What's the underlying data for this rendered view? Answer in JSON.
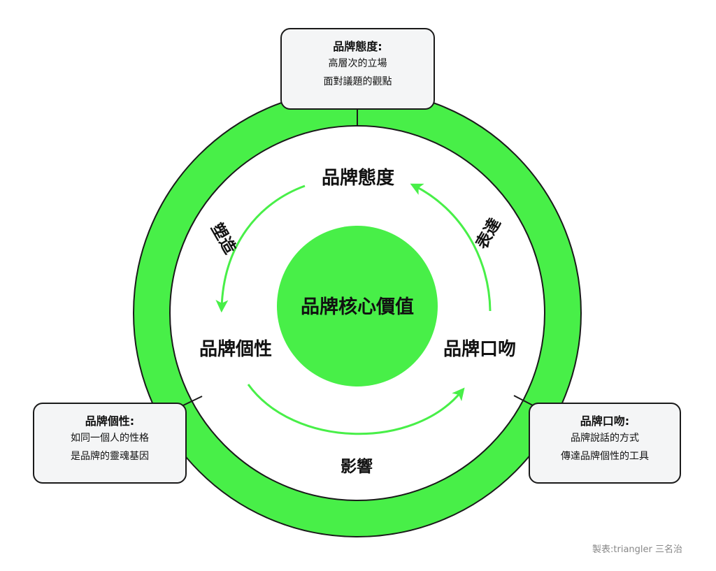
{
  "colors": {
    "ring_green": "#48ef48",
    "arrow_green": "#48ef48",
    "connector": "#1a1a1a",
    "callout_bg": "#f4f5f6"
  },
  "center": {
    "label": "品牌核心價值"
  },
  "nodes": {
    "attitude": "品牌態度",
    "personality": "品牌個性",
    "tone": "品牌口吻"
  },
  "arrows": {
    "shape": "塑造",
    "express": "表達",
    "influence": "影響"
  },
  "callouts": {
    "top": {
      "title": "品牌態度:",
      "lines": [
        "高層次的立場",
        "面對議題的觀點"
      ]
    },
    "left": {
      "title": "品牌個性:",
      "lines": [
        "如同一個人的性格",
        "是品牌的靈魂基因"
      ]
    },
    "right": {
      "title": "品牌口吻:",
      "lines": [
        "品牌說話的方式",
        "傳達品牌個性的工具"
      ]
    }
  },
  "credit": "製表:triangler 三名治"
}
